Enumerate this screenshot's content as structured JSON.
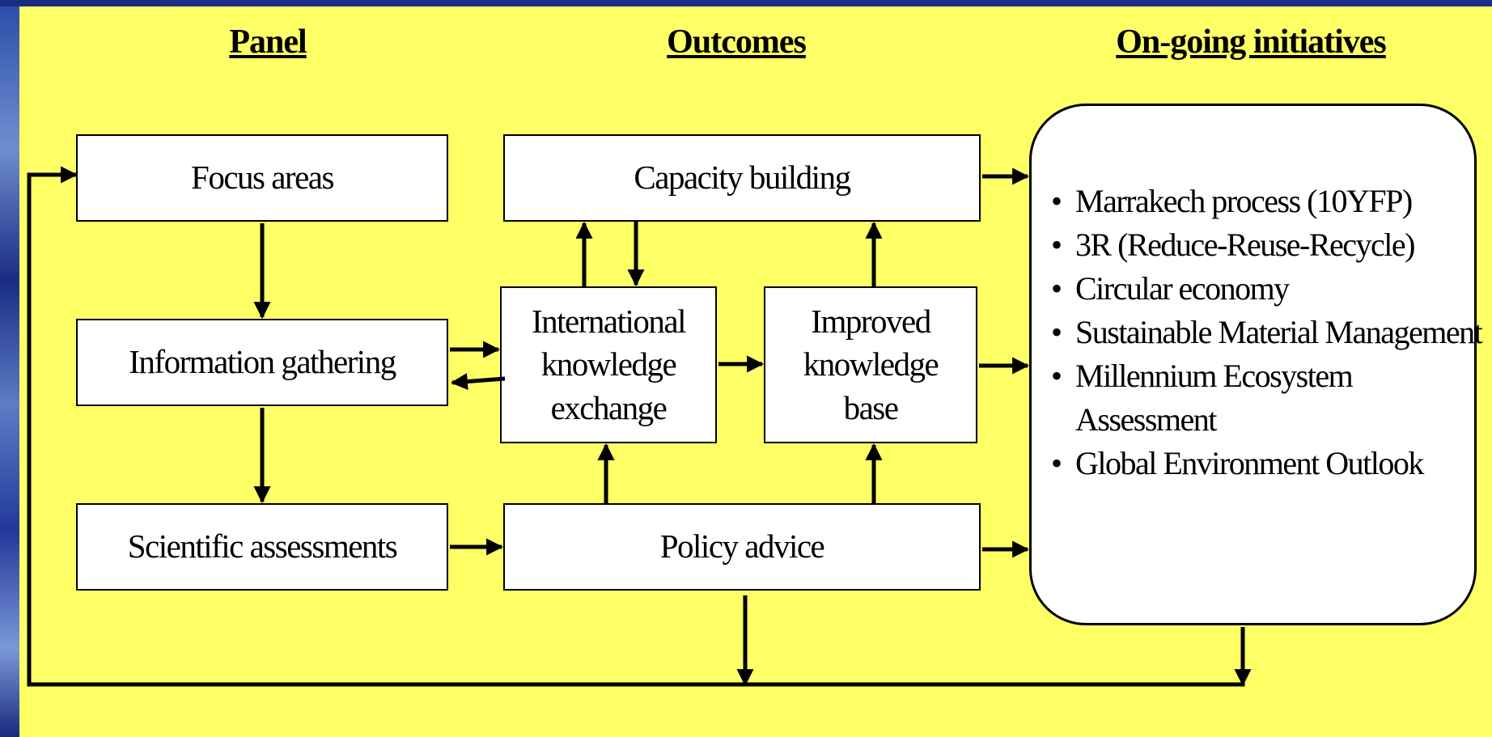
{
  "headings": {
    "panel": "Panel",
    "outcomes": "Outcomes",
    "initiatives": "On-going initiatives"
  },
  "boxes": {
    "focus_areas": "Focus areas",
    "information_gathering": "Information gathering",
    "scientific_assessments": "Scientific assessments",
    "capacity_building": "Capacity building",
    "international_knowledge_exchange": "International\nknowledge\nexchange",
    "improved_knowledge_base": "Improved\nknowledge\nbase",
    "policy_advice": "Policy advice"
  },
  "initiatives": [
    "Marrakech process (10YFP)",
    "3R (Reduce-Reuse-Recycle)",
    "Circular economy",
    "Sustainable Material Management",
    "Millennium Ecosystem Assessment",
    "Global Environment Outlook"
  ]
}
